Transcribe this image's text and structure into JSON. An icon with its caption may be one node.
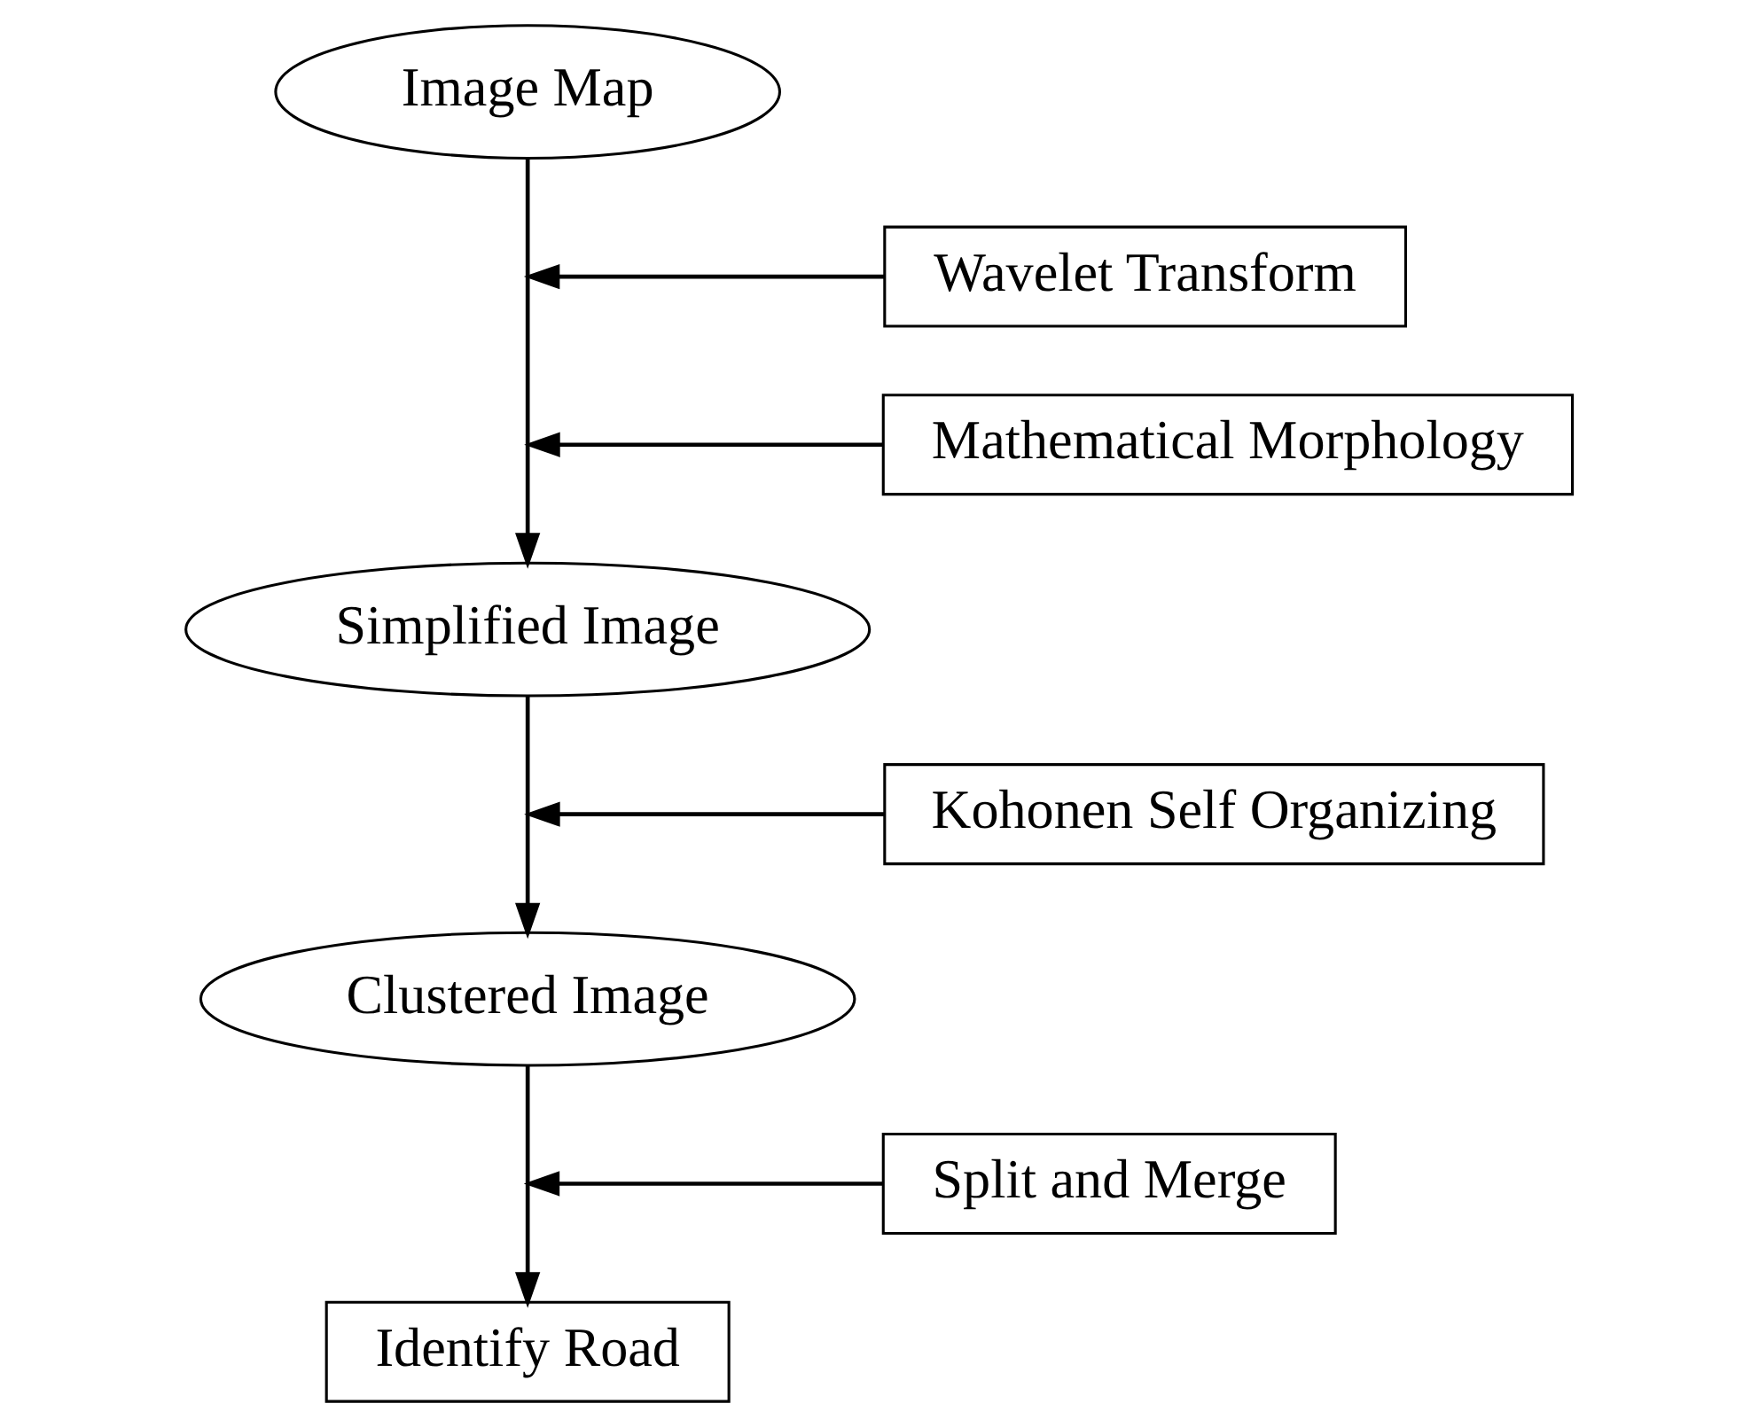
{
  "diagram": {
    "nodes": [
      {
        "text": [
          "Image Map"
        ]
      },
      {
        "text": [
          "Wavelet Transform"
        ]
      },
      {
        "text": [
          "Mathematical Morphology"
        ]
      },
      {
        "text": [
          "Simplified Image"
        ]
      },
      {
        "text": [
          "Kohonen Self Organizing"
        ]
      },
      {
        "text": [
          "Clustered Image"
        ]
      },
      {
        "text": [
          "Split and Merge"
        ]
      },
      {
        "text": [
          "Identify Road"
        ]
      }
    ],
    "edges": [
      {
        "from": 0,
        "to": 3,
        "arrow": "to"
      },
      {
        "from": 1,
        "to": null,
        "arrow": "to"
      },
      {
        "from": 2,
        "to": null,
        "arrow": "to"
      },
      {
        "from": 3,
        "to": 5,
        "arrow": "to"
      },
      {
        "from": 4,
        "to": null,
        "arrow": "to"
      },
      {
        "from": 5,
        "to": 7,
        "arrow": "to"
      },
      {
        "from": 6,
        "to": null,
        "arrow": "to"
      }
    ]
  }
}
